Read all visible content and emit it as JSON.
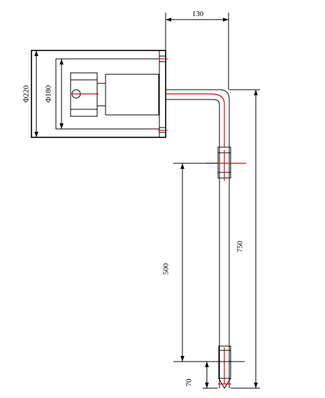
{
  "drawing": {
    "dimensions": {
      "width_top": "130",
      "outer_diameter": "Φ220",
      "inner_diameter": "Φ180",
      "total_length": "750",
      "insertion_length": "500",
      "tip_length": "70"
    }
  }
}
